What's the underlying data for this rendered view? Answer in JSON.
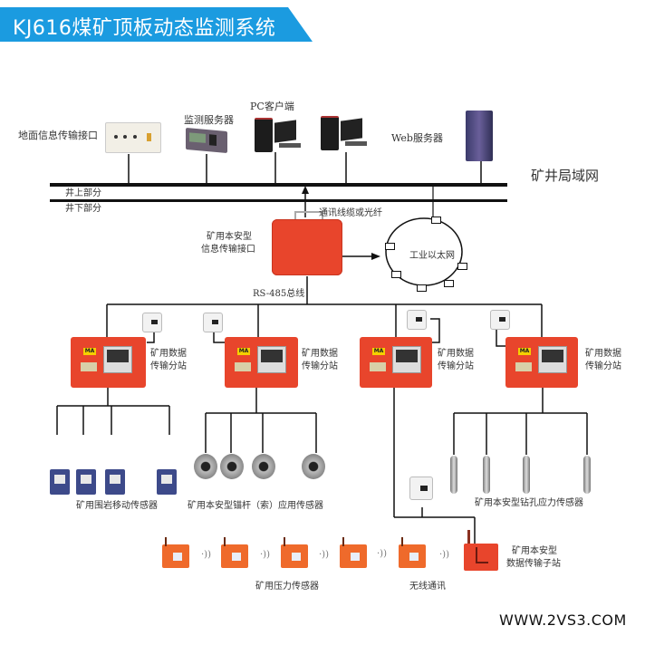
{
  "header": {
    "title": "KJ616煤矿顶板动态监测系统",
    "accent": "#1b9be0"
  },
  "surface": {
    "devices": [
      {
        "label": "地面信息传输接口",
        "icon": "interface-box-icon"
      },
      {
        "label": "监测服务器",
        "icon": "server-icon"
      },
      {
        "label": "PC客户端",
        "icon": "pc-icon"
      },
      {
        "label": "",
        "icon": "pc-icon"
      },
      {
        "label": "Web服务器",
        "icon": "tower-server-icon"
      }
    ],
    "network_label": "矿井局域网",
    "above_label": "井上部分",
    "below_label": "井下部分"
  },
  "underground": {
    "interface_label_line1": "矿用本安型",
    "interface_label_line2": "信息传输接口",
    "cable_label": "通讯线缆或光纤",
    "ethernet_label": "工业以太网",
    "bus_label": "RS-485总线",
    "substations": [
      {
        "label_line1": "矿用数据",
        "label_line2": "传输分站"
      },
      {
        "label_line1": "矿用数据",
        "label_line2": "传输分站"
      },
      {
        "label_line1": "矿用数据",
        "label_line2": "传输分站"
      },
      {
        "label_line1": "矿用数据",
        "label_line2": "传输分站"
      }
    ],
    "sensor_groups": [
      {
        "label": "矿用围岩移动传感器",
        "count": 4
      },
      {
        "label": "矿用本安型锚杆（索）应用传感器",
        "count": 4
      },
      {
        "label": "矿用本安型钻孔应力传感器",
        "count": 4
      }
    ],
    "pressure_label": "矿用压力传感器",
    "wireless_label": "无线通讯",
    "pressure_count": 5,
    "sub_station_label_line1": "矿用本安型",
    "sub_station_label_line2": "数据传输子站"
  },
  "colors": {
    "station_red": "#e8452c",
    "pressure_orange": "#ef6a2b",
    "line": "#111111"
  },
  "footer": {
    "watermark": "WWW.2VS3.COM"
  }
}
